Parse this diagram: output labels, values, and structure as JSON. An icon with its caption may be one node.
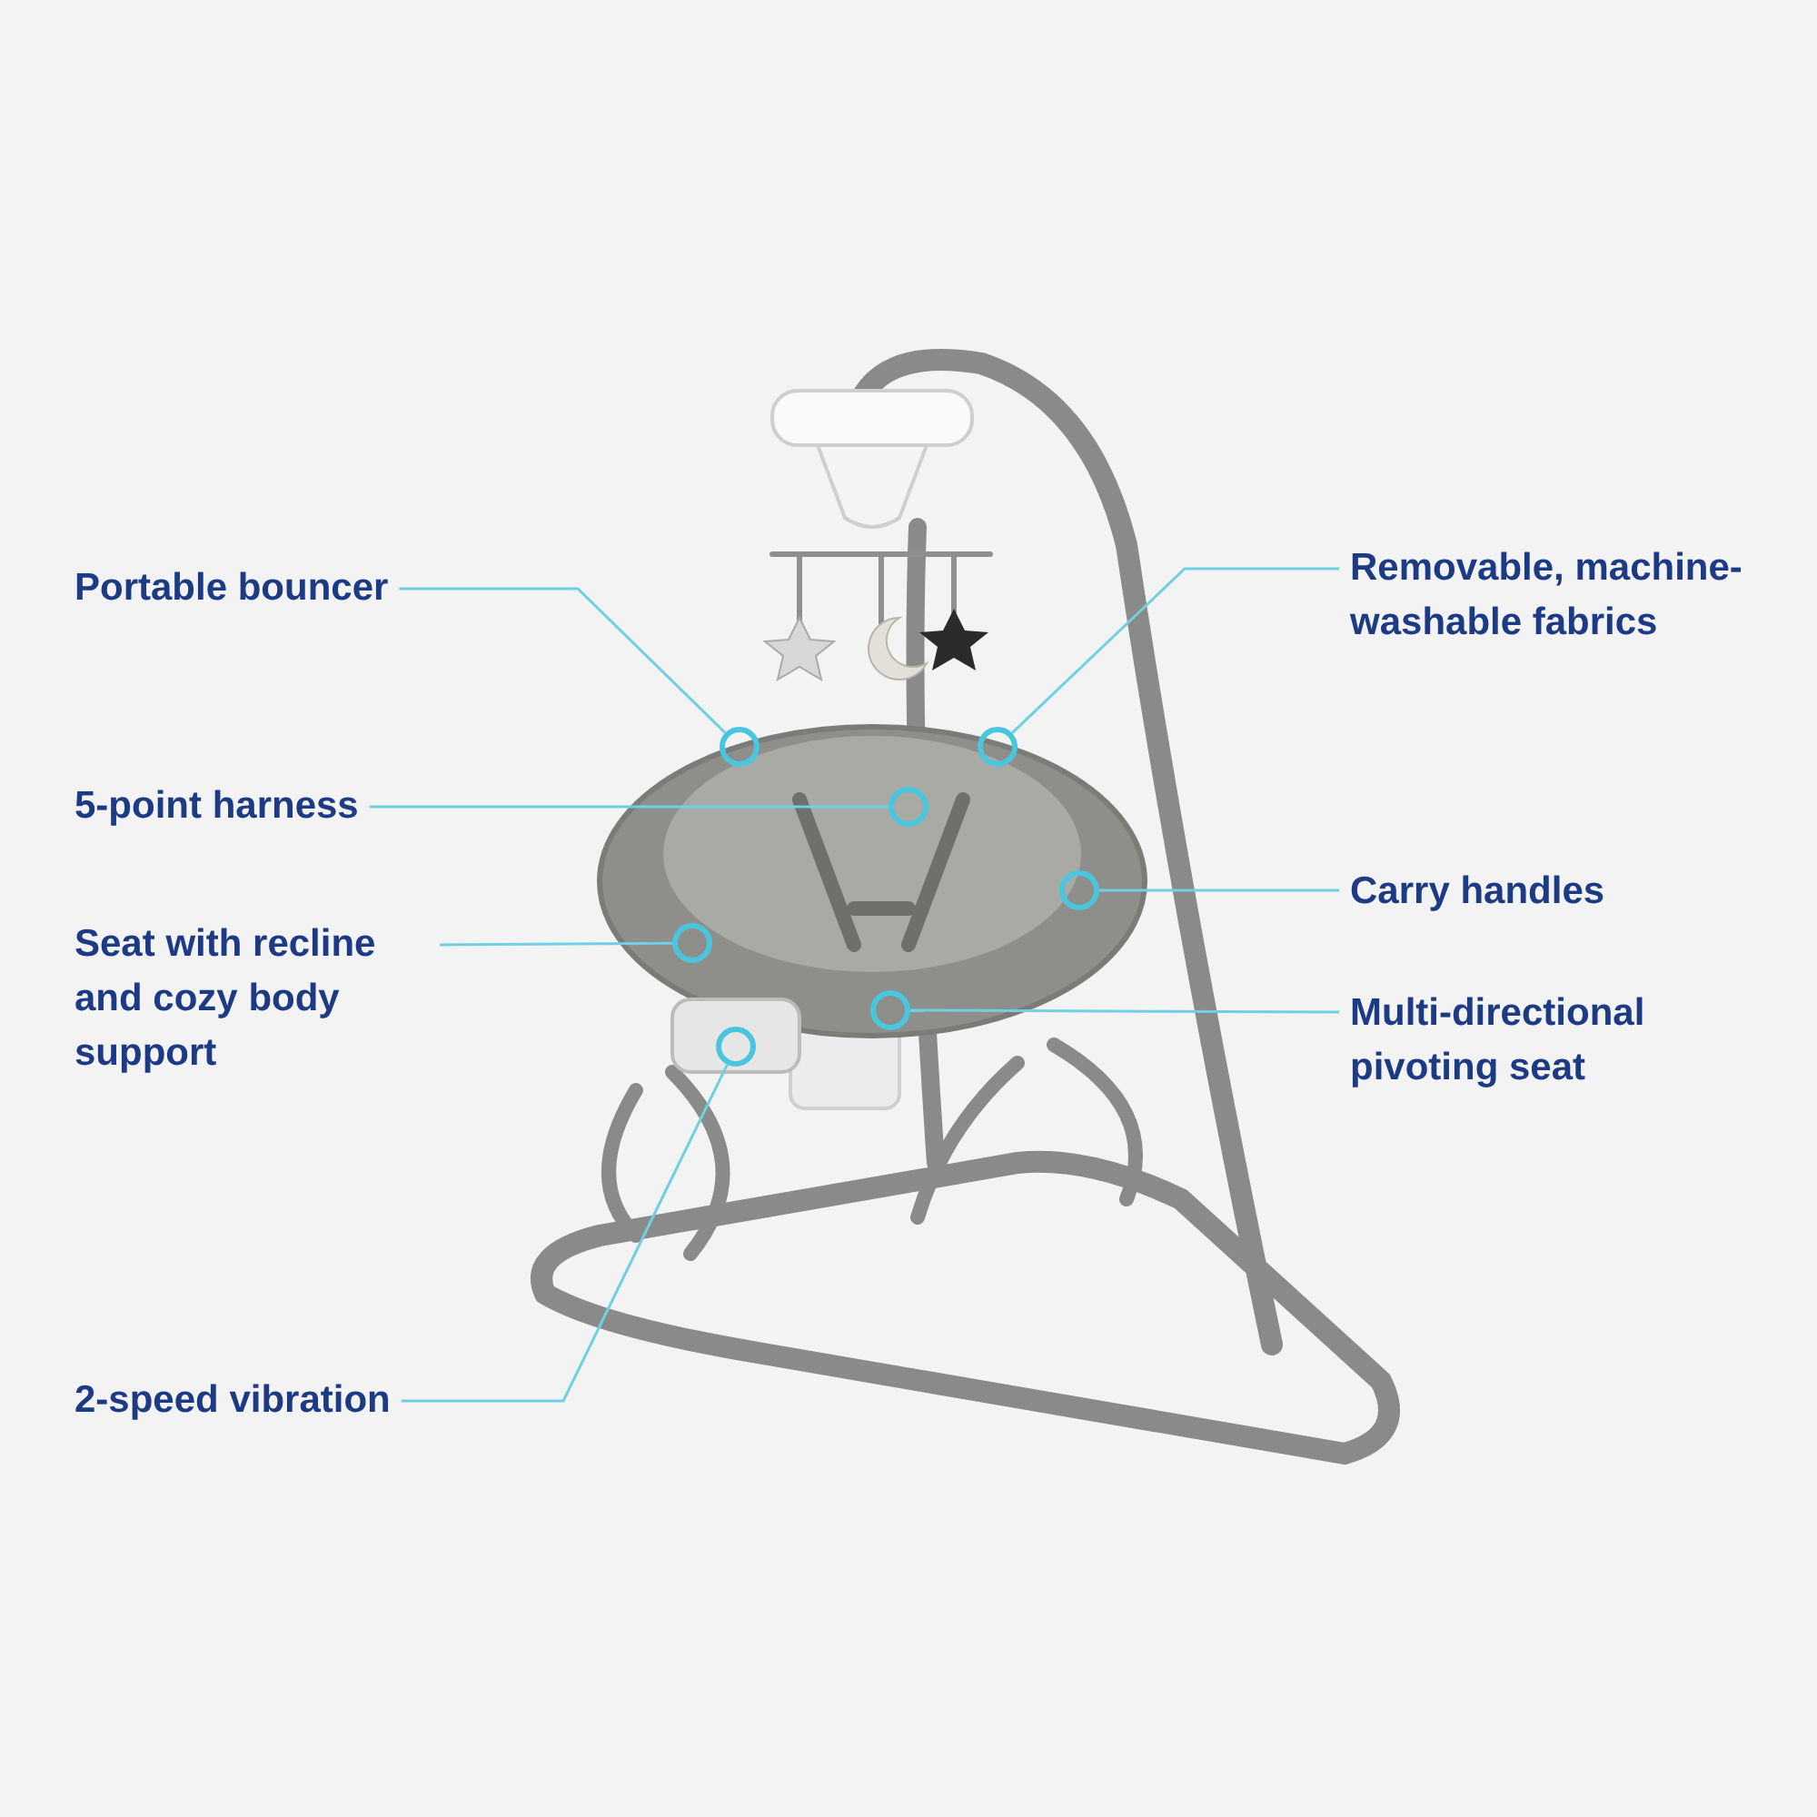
{
  "diagram": {
    "nodes": [
      {
        "text": [
          "Portable bouncer"
        ]
      },
      {
        "text": [
          "Removable, machine-washable fabrics"
        ]
      },
      {
        "text": [
          "5-point harness"
        ]
      },
      {
        "text": [
          "Carry handles"
        ]
      },
      {
        "text": [
          "Seat with recline and cozy body support"
        ]
      },
      {
        "text": [
          "Multi-directional pivoting seat"
        ]
      },
      {
        "text": [
          "2-speed vibration"
        ]
      },
      {
        "text": [],
        "shape": "circle"
      },
      {
        "text": [],
        "shape": "circle"
      },
      {
        "text": [],
        "shape": "circle"
      },
      {
        "text": [],
        "shape": "circle"
      },
      {
        "text": [],
        "shape": "circle"
      },
      {
        "text": [],
        "shape": "circle"
      },
      {
        "text": [],
        "shape": "circle"
      }
    ],
    "edges": [
      {
        "from": 0,
        "to": 7,
        "arrow": "none"
      },
      {
        "from": 1,
        "to": 8,
        "arrow": "none"
      },
      {
        "from": 2,
        "to": 9,
        "arrow": "none"
      },
      {
        "from": 3,
        "to": 10,
        "arrow": "none"
      },
      {
        "from": 4,
        "to": 11,
        "arrow": "none"
      },
      {
        "from": 5,
        "to": 12,
        "arrow": "none"
      },
      {
        "from": 6,
        "to": 13,
        "arrow": "none"
      }
    ]
  }
}
